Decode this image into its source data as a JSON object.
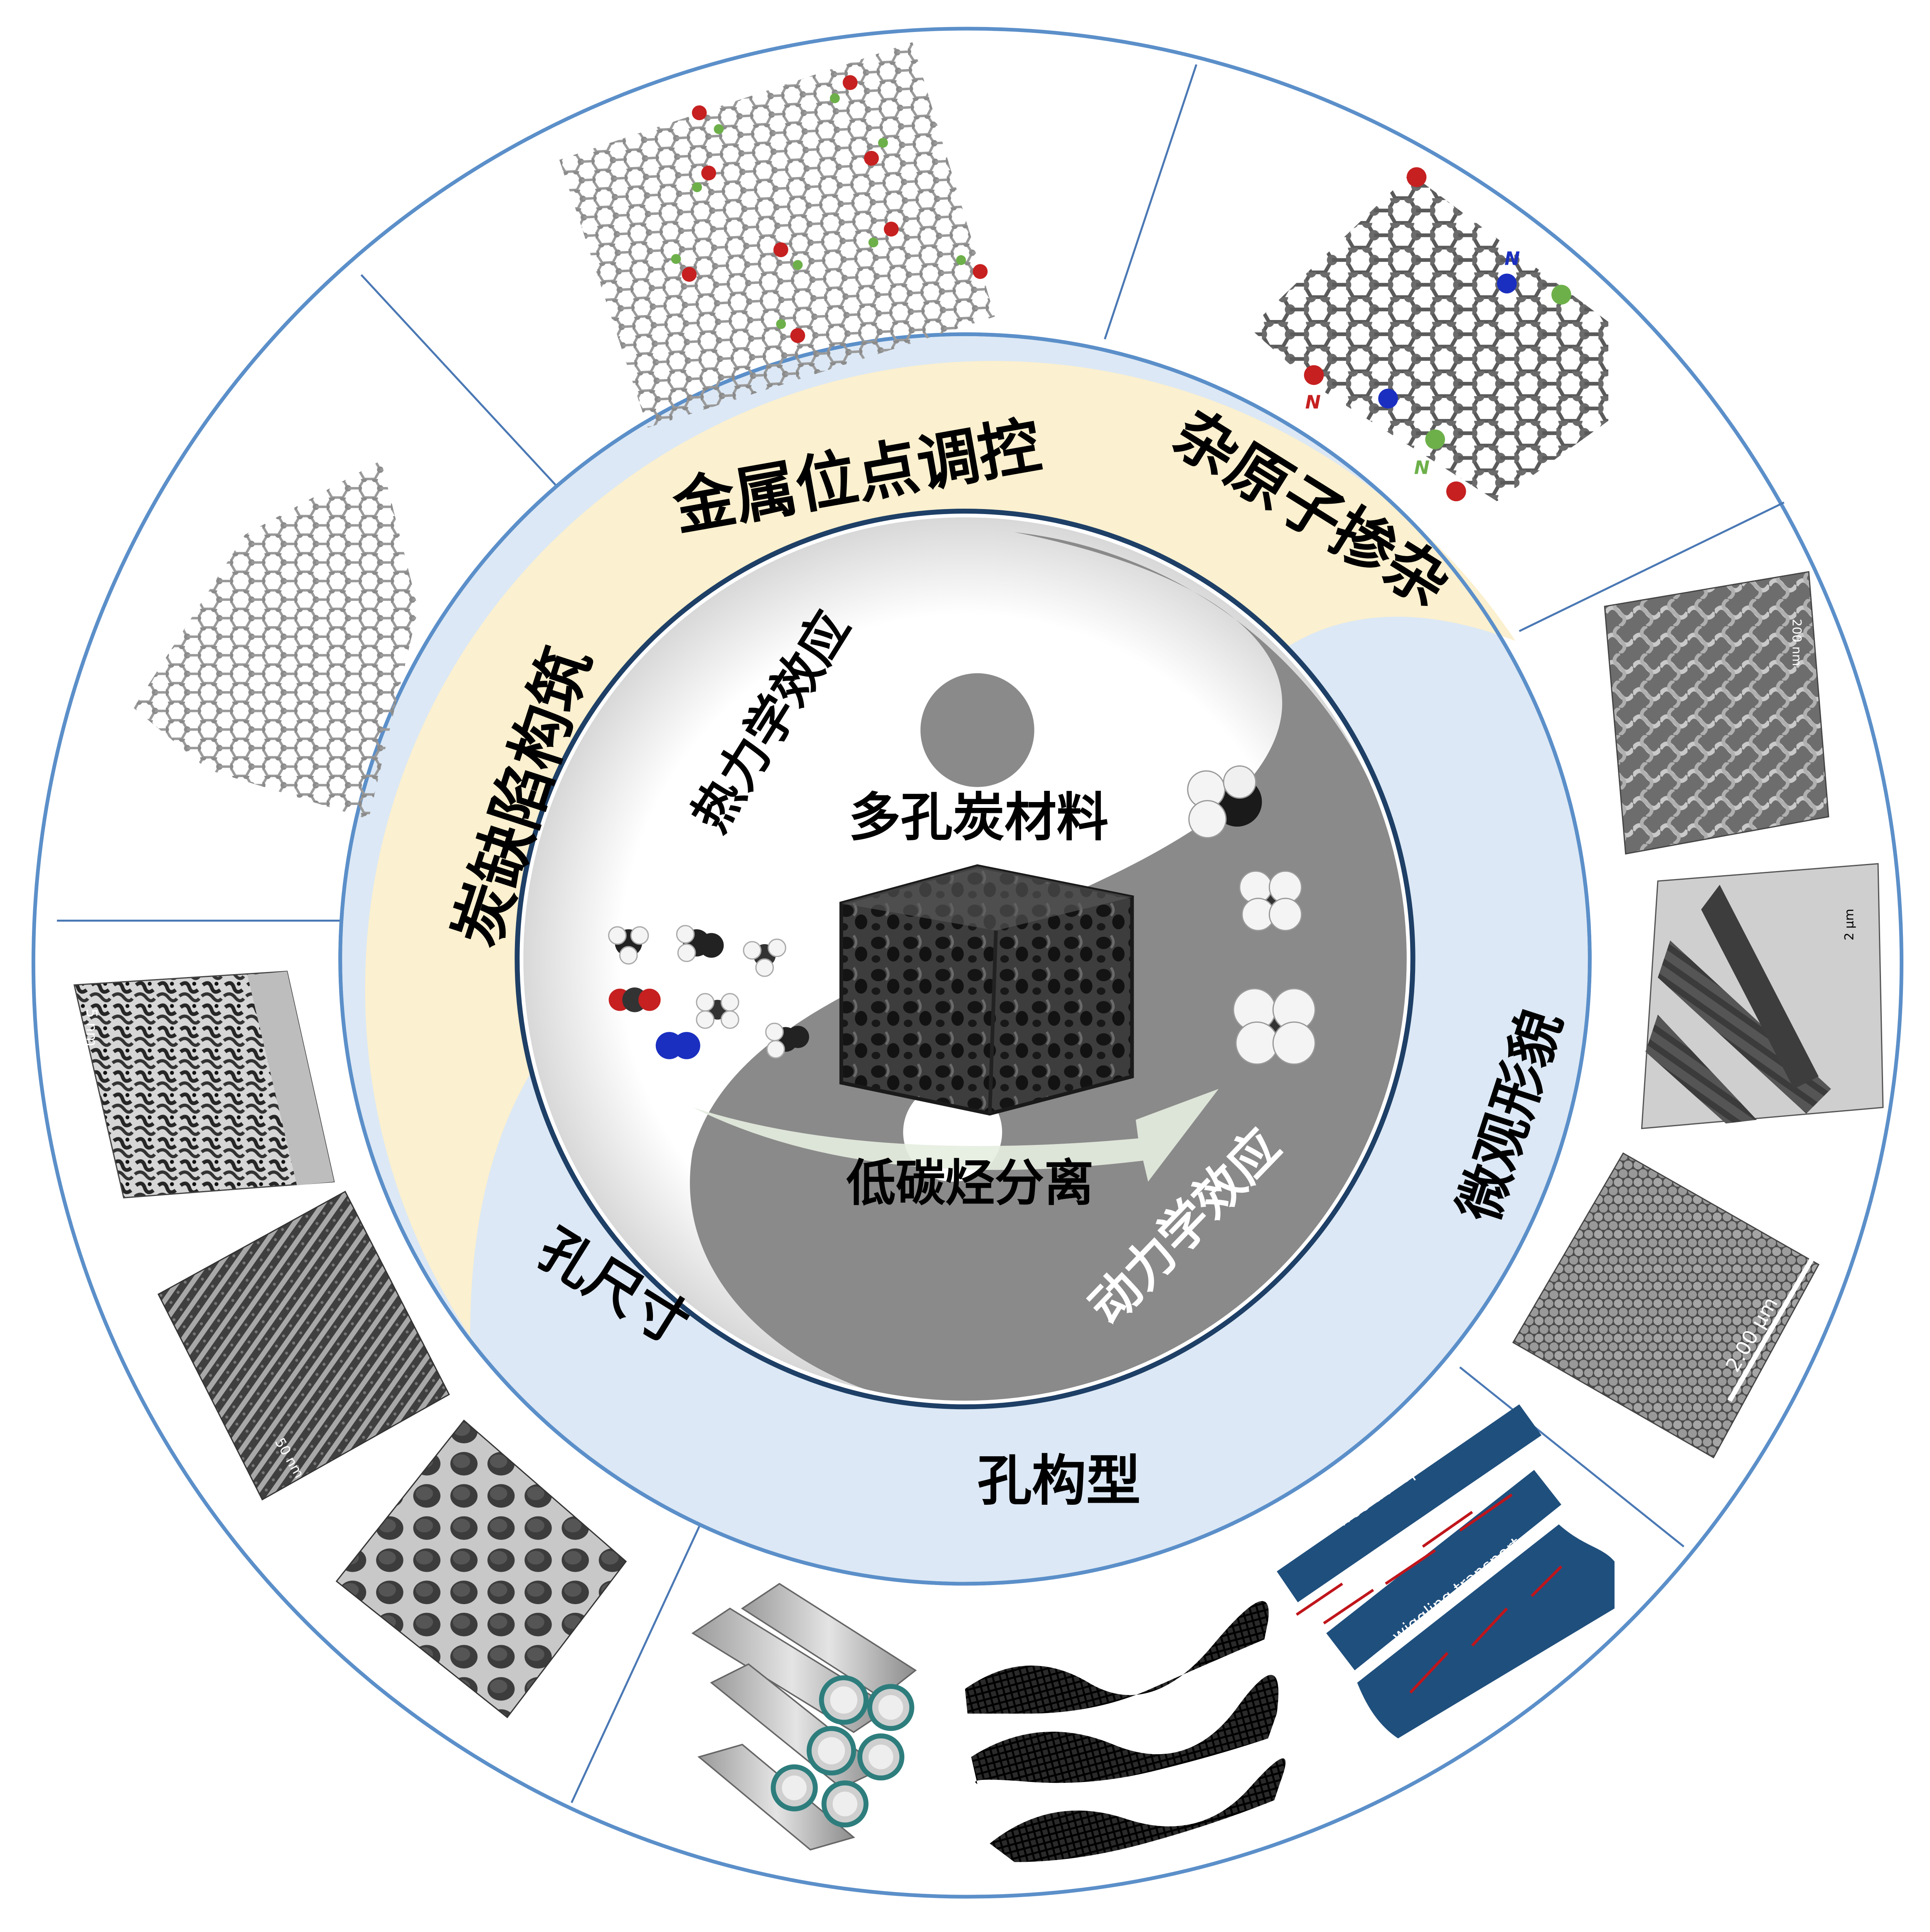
{
  "center": {
    "title": "多孔炭材料",
    "thermo_label": "热力学效应",
    "kinetic_label": "动力学效应",
    "separation_label": "低碳烃分离"
  },
  "middle_ring": {
    "yellow_labels": [
      "金属位点调控",
      "杂原子掺杂",
      "炭缺陷构筑"
    ],
    "blue_labels": [
      "微观形貌",
      "孔构型",
      "孔尺寸"
    ]
  },
  "outer_ring": {
    "molecule_labels": [
      "N",
      "N",
      "N"
    ],
    "scale_labels": [
      "200 nm",
      "2 μm",
      "2.00 μm",
      "50 nm",
      "5 nm"
    ],
    "transport_labels": [
      "free transport",
      "wiggling transport"
    ]
  },
  "colors": {
    "ring_line": "#5b8fc9",
    "yellow_band": "#fbf0cf",
    "blue_band": "#dce8f5",
    "yin_gray": "#8a8a8a",
    "dark_navy": "#1e3f66",
    "transport_blue": "#1f4f7d",
    "arrow_red": "#c0151b",
    "oxygen_red": "#c62020",
    "nitrogen_blue": "#1a2fc0",
    "green_dopant": "#6db04a"
  },
  "icons": [
    "graphene-lattice",
    "doped-graphene",
    "defect-lattice",
    "sem-nanofiber",
    "tem-nanorod",
    "sem-sphere-array",
    "transport-channel",
    "wavy-fiber",
    "nanotube-bundle",
    "sem-honeycomb",
    "hrtem-stripe",
    "tem-mesopore",
    "porous-carbon-cube",
    "gas-molecule"
  ]
}
